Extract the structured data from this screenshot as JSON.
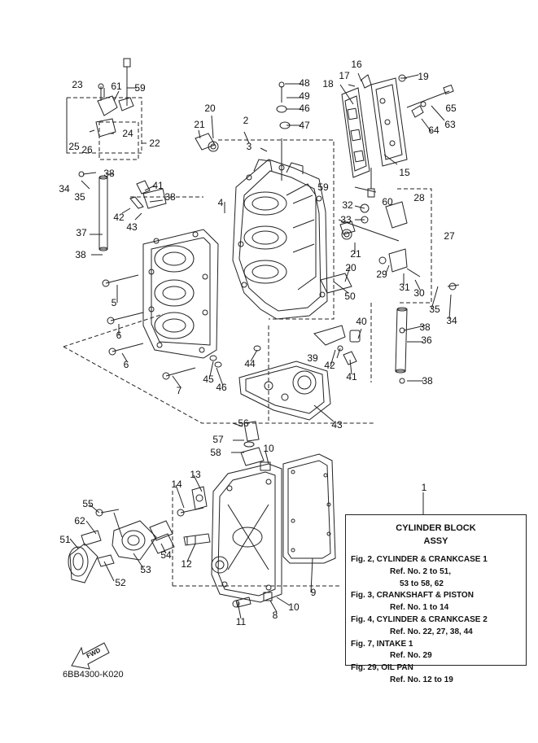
{
  "diagram": {
    "callouts": [
      "1",
      "2",
      "3",
      "4",
      "5",
      "6",
      "6",
      "7",
      "8",
      "9",
      "10",
      "10",
      "11",
      "12",
      "13",
      "14",
      "15",
      "16",
      "17",
      "18",
      "19",
      "20",
      "20",
      "21",
      "21",
      "22",
      "23",
      "24",
      "25",
      "26",
      "27",
      "28",
      "29",
      "30",
      "31",
      "32",
      "33",
      "34",
      "34",
      "35",
      "35",
      "36",
      "37",
      "38",
      "38",
      "38",
      "38",
      "38",
      "39",
      "40",
      "41",
      "41",
      "42",
      "42",
      "43",
      "43",
      "44",
      "45",
      "46",
      "46",
      "47",
      "48",
      "49",
      "50",
      "51",
      "52",
      "53",
      "54",
      "55",
      "56",
      "57",
      "58",
      "59",
      "59",
      "60",
      "61",
      "62",
      "63",
      "64",
      "65"
    ]
  },
  "reference_box": {
    "title": "CYLINDER BLOCK",
    "subtitle": "ASSY",
    "lines": [
      "Fig. 2, CYLINDER & CRANKCASE 1",
      "Ref. No. 2 to 51,",
      "53 to 58, 62",
      "Fig. 3, CRANKSHAFT & PISTON",
      "Ref. No. 1 to 14",
      "Fig. 4, CYLINDER & CRANKCASE 2",
      "Ref. No. 22, 27, 38, 44",
      "Fig. 7, INTAKE 1",
      "Ref. No. 29",
      "Fig. 29, OIL PAN",
      "Ref. No. 12 to 19"
    ]
  },
  "fwd_label": "FWD",
  "catalog_number": "6BB4300-K020",
  "colors": {
    "line": "#222222",
    "background": "#ffffff"
  }
}
